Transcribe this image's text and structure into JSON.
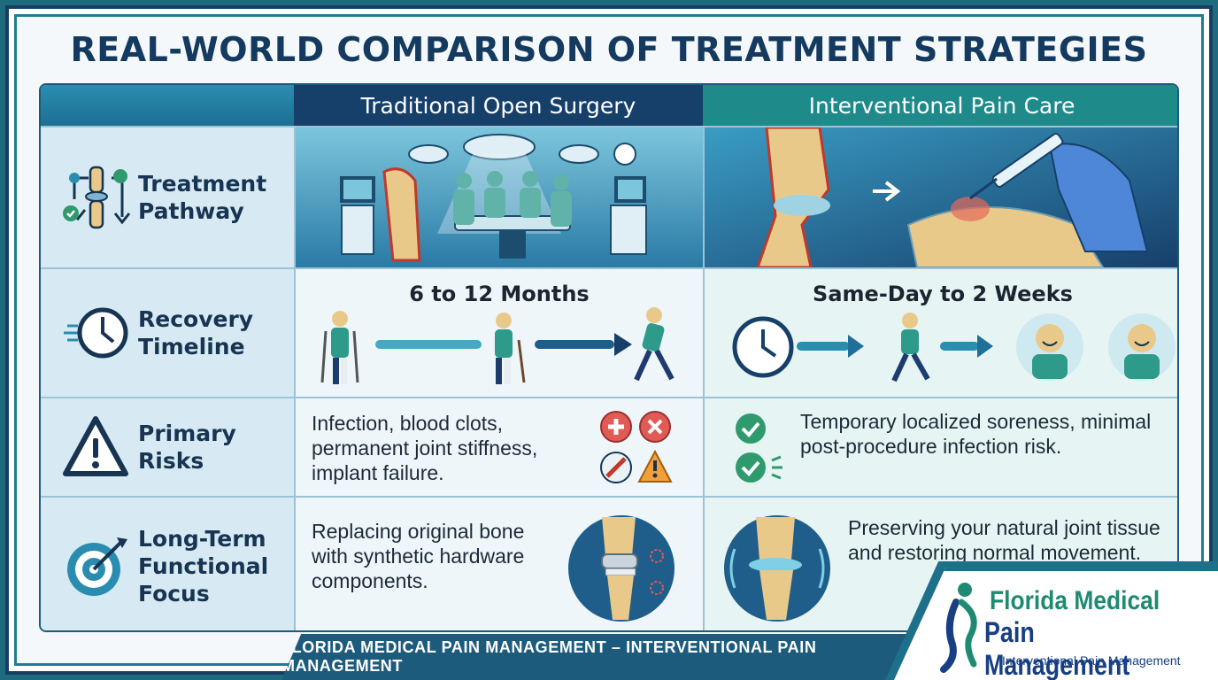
{
  "title": "REAL-WORLD COMPARISON OF TREATMENT STRATEGIES",
  "columns": {
    "surgery": "Traditional Open Surgery",
    "interventional": "Interventional Pain Care"
  },
  "rows": {
    "pathway": {
      "label": "Treatment Pathway",
      "icon": "joint-pathway-icon"
    },
    "recovery": {
      "label": "Recovery Timeline",
      "icon": "clock-icon",
      "surgery": "6 to 12 Months",
      "interventional": "Same-Day to 2 Weeks"
    },
    "risks": {
      "label": "Primary Risks",
      "icon": "warning-icon",
      "surgery": "Infection, blood clots, permanent joint stiffness, implant failure.",
      "interventional": "Temporary localized soreness, minimal post-procedure infection risk."
    },
    "focus": {
      "label": "Long-Term Functional Focus",
      "icon": "target-icon",
      "surgery": "Replacing original bone with synthetic hardware components.",
      "interventional": "Preserving your natural joint tissue and restoring normal movement."
    }
  },
  "footer": {
    "banner": "FLORIDA MEDICAL PAIN MANAGEMENT – INTERVENTIONAL PAIN MANAGEMENT",
    "logo_line1": "Florida Medical",
    "logo_line2": "Pain Management",
    "logo_sub": "Interventional Pain Management"
  },
  "colors": {
    "navy": "#163f6a",
    "teal": "#1f8a8a",
    "title": "#143a5f",
    "logo_green": "#1f8a72",
    "logo_blue": "#173f82"
  }
}
